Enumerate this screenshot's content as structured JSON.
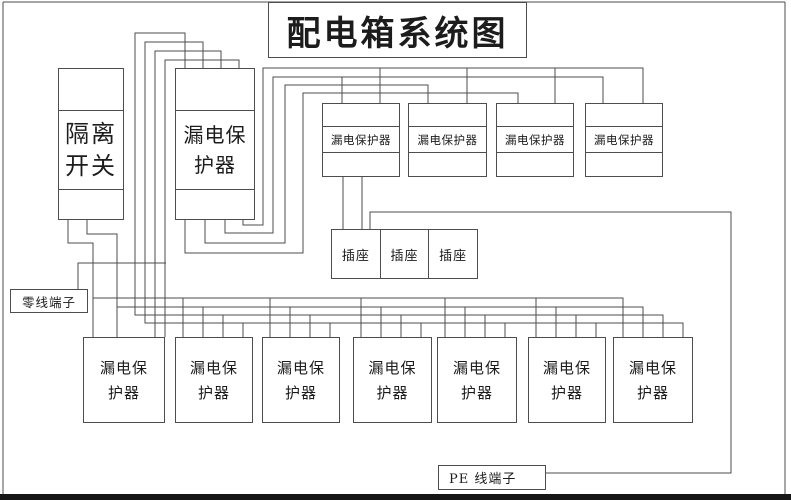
{
  "title": "配电箱系统图",
  "isolation_switch": {
    "line1": "隔离",
    "line2": "开关"
  },
  "main_protector": {
    "line1": "漏电保",
    "line2": "护器"
  },
  "top_protectors": {
    "labels": [
      "漏电保护器",
      "漏电保护器",
      "漏电保护器",
      "漏电保护器"
    ]
  },
  "sockets": {
    "labels": [
      "插座",
      "插座",
      "插座"
    ]
  },
  "neutral_terminal": {
    "label": "零线端子"
  },
  "pe_terminal": {
    "label": "PE 线端子"
  },
  "bottom_protectors": {
    "labels": [
      {
        "line1": "漏电保",
        "line2": "护器"
      },
      {
        "line1": "漏电保",
        "line2": "护器"
      },
      {
        "line1": "漏电保",
        "line2": "护器"
      },
      {
        "line1": "漏电保",
        "line2": "护器"
      },
      {
        "line1": "漏电保",
        "line2": "护器"
      },
      {
        "line1": "漏电保",
        "line2": "护器"
      },
      {
        "line1": "漏电保",
        "line2": "护器"
      }
    ]
  },
  "colors": {
    "line": "#4d4d4d",
    "background": "#ffffff",
    "photo_edge": "#161616"
  }
}
